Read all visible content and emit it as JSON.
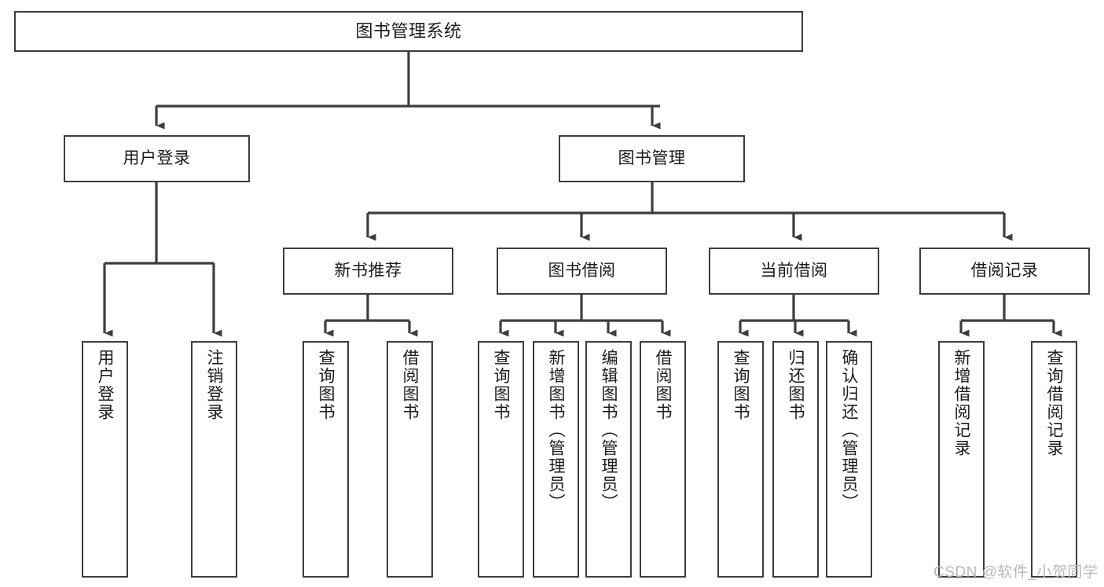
{
  "diagram": {
    "title": "图书管理系统",
    "type": "tree",
    "orientation": "top-down",
    "colors": {
      "background": "#ffffff",
      "box_border": "#3d3d3d",
      "box_fill": "#ffffff",
      "edge": "#3d3d3d",
      "text": "#1b1b1b",
      "watermark": "#b9b9b9"
    },
    "nodes": {
      "root": {
        "label": "图书管理系统",
        "level": 0
      },
      "user_login": {
        "label": "用户登录",
        "level": 1
      },
      "book_manage": {
        "label": "图书管理",
        "level": 1
      },
      "new_book_rec": {
        "label": "新书推荐",
        "level": 2
      },
      "book_borrow": {
        "label": "图书借阅",
        "level": 2
      },
      "current_borrow": {
        "label": "当前借阅",
        "level": 2
      },
      "borrow_record": {
        "label": "借阅记录",
        "level": 2
      },
      "leaf_user_login": {
        "label": "用户登录",
        "level": 3
      },
      "leaf_logout": {
        "label": "注销登录",
        "level": 3
      },
      "leaf_query_book_1": {
        "label": "查询图书",
        "level": 3
      },
      "leaf_borrow_book_1": {
        "label": "借阅图书",
        "level": 3
      },
      "leaf_query_book_2": {
        "label": "查询图书",
        "level": 3
      },
      "leaf_add_book": {
        "label": "新增图书（管理员）",
        "level": 3
      },
      "leaf_edit_book": {
        "label": "编辑图书（管理员）",
        "level": 3
      },
      "leaf_borrow_book_2": {
        "label": "借阅图书",
        "level": 3
      },
      "leaf_query_book_3": {
        "label": "查询图书",
        "level": 3
      },
      "leaf_return_book": {
        "label": "归还图书",
        "level": 3
      },
      "leaf_confirm_return": {
        "label": "确认归还（管理员）",
        "level": 3
      },
      "leaf_add_record": {
        "label": "新增借阅记录",
        "level": 3
      },
      "leaf_query_record": {
        "label": "查询借阅记录",
        "level": 3
      }
    },
    "edges": [
      {
        "from": "root",
        "to": "user_login"
      },
      {
        "from": "root",
        "to": "book_manage"
      },
      {
        "from": "user_login",
        "to": "leaf_user_login"
      },
      {
        "from": "user_login",
        "to": "leaf_logout"
      },
      {
        "from": "book_manage",
        "to": "new_book_rec"
      },
      {
        "from": "book_manage",
        "to": "book_borrow"
      },
      {
        "from": "book_manage",
        "to": "current_borrow"
      },
      {
        "from": "book_manage",
        "to": "borrow_record"
      },
      {
        "from": "new_book_rec",
        "to": "leaf_query_book_1"
      },
      {
        "from": "new_book_rec",
        "to": "leaf_borrow_book_1"
      },
      {
        "from": "book_borrow",
        "to": "leaf_query_book_2"
      },
      {
        "from": "book_borrow",
        "to": "leaf_add_book"
      },
      {
        "from": "book_borrow",
        "to": "leaf_edit_book"
      },
      {
        "from": "book_borrow",
        "to": "leaf_borrow_book_2"
      },
      {
        "from": "current_borrow",
        "to": "leaf_query_book_3"
      },
      {
        "from": "current_borrow",
        "to": "leaf_return_book"
      },
      {
        "from": "current_borrow",
        "to": "leaf_confirm_return"
      },
      {
        "from": "borrow_record",
        "to": "leaf_add_record"
      },
      {
        "from": "borrow_record",
        "to": "leaf_query_record"
      }
    ]
  },
  "watermark": {
    "text": "CSDN @软件_小贺同学"
  }
}
